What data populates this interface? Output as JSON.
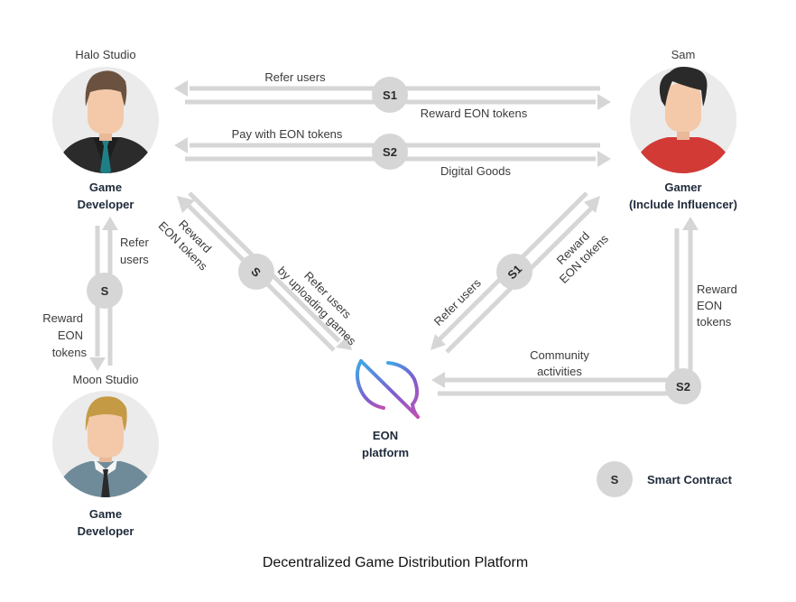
{
  "title": "Decentralized Game Distribution Platform",
  "colors": {
    "arrow": "#d6d6d6",
    "contract_circle": "#d6d6d6",
    "avatar_bg": "#ebebeb",
    "halo_suit": "#2b2b2b",
    "halo_tie": "#1f7f86",
    "gamer_shirt": "#d23a36",
    "moon_shirt": "#6f8b99",
    "eon_gradient_start": "#3fa9e6",
    "eon_gradient_mid": "#7a5fd0",
    "eon_gradient_end": "#c24fb0"
  },
  "actors": {
    "halo": {
      "name": "Halo Studio",
      "role_line1": "Game",
      "role_line2": "Developer",
      "icon": "developer-avatar-icon"
    },
    "sam": {
      "name": "Sam",
      "role_line1": "Gamer",
      "role_line2": "(Include Influencer)",
      "icon": "gamer-avatar-icon"
    },
    "moon": {
      "name": "Moon Studio",
      "role_line1": "Game",
      "role_line2": "Developer",
      "icon": "developer-avatar-icon"
    },
    "eon": {
      "name_line1": "EON",
      "name_line2": "platform",
      "icon": "eon-logo-icon"
    }
  },
  "flows": {
    "halo_sam_s1": {
      "contract": "S1",
      "to_halo": "Refer users",
      "to_sam": "Reward EON tokens"
    },
    "halo_sam_s2": {
      "contract": "S2",
      "to_halo": "Pay with EON tokens",
      "to_sam": "Digital Goods"
    },
    "halo_moon": {
      "contract": "S",
      "to_halo_line1": "Refer",
      "to_halo_line2": "users",
      "to_moon_line1": "Reward",
      "to_moon_line2": "EON",
      "to_moon_line3": "tokens"
    },
    "halo_eon": {
      "contract": "S",
      "to_halo_line1": "Reward",
      "to_halo_line2": "EON tokens",
      "to_eon_line1": "Refer users",
      "to_eon_line2": "by uploading games"
    },
    "sam_eon_s1": {
      "contract": "S1",
      "to_eon": "Refer users",
      "to_sam_line1": "Reward",
      "to_sam_line2": "EON tokens"
    },
    "sam_eon_s2": {
      "contract": "S2",
      "to_eon_line1": "Community",
      "to_eon_line2": "activities",
      "to_sam_line1": "Reward",
      "to_sam_line2": "EON",
      "to_sam_line3": "tokens"
    }
  },
  "legend": {
    "symbol": "S",
    "label": "Smart Contract"
  }
}
